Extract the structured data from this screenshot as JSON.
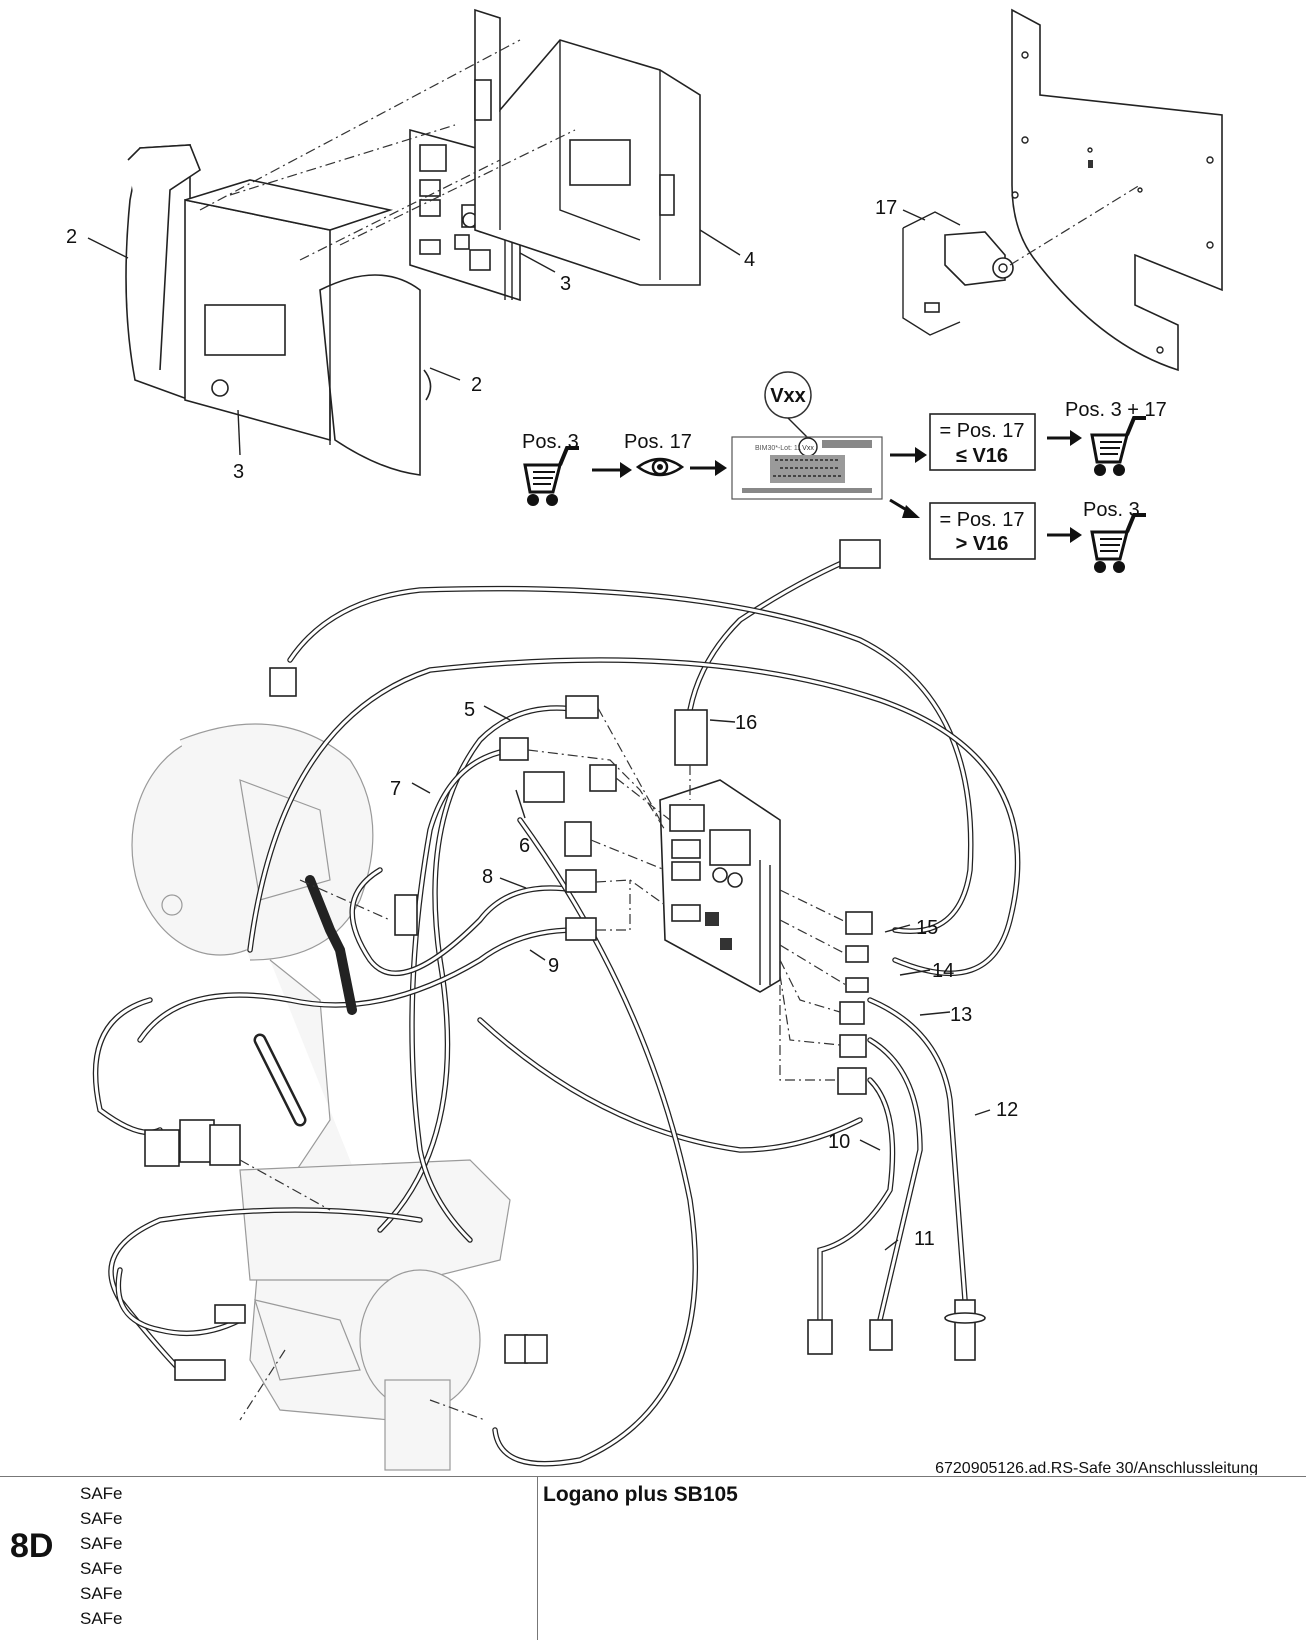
{
  "drawing_id": "6720905126.ad.RS-Safe 30/Anschlussleitung",
  "callouts": [
    "2",
    "2",
    "3",
    "3",
    "4",
    "17",
    "5",
    "6",
    "7",
    "8",
    "9",
    "10",
    "11",
    "12",
    "13",
    "14",
    "15",
    "16"
  ],
  "flow": {
    "start_label": "Pos. 3",
    "check_label": "Pos. 17",
    "version_badge": "Vxx",
    "label_text": "BIM30*-Lot: 11",
    "label_badge": "Vxx",
    "case_a": {
      "line1": "= Pos. 17",
      "line2": "≤ V16",
      "result": "Pos. 3 + 17"
    },
    "case_b": {
      "line1": "= Pos. 17",
      "line2": "> V16",
      "result": "Pos. 3"
    },
    "icons": [
      "shopping-cart-icon",
      "eye-icon",
      "arrow-right-icon"
    ]
  },
  "footer": {
    "section": "8D",
    "variants": [
      "SAFe",
      "SAFe",
      "SAFe",
      "SAFe",
      "SAFe",
      "SAFe"
    ],
    "product": "Logano plus SB105"
  }
}
